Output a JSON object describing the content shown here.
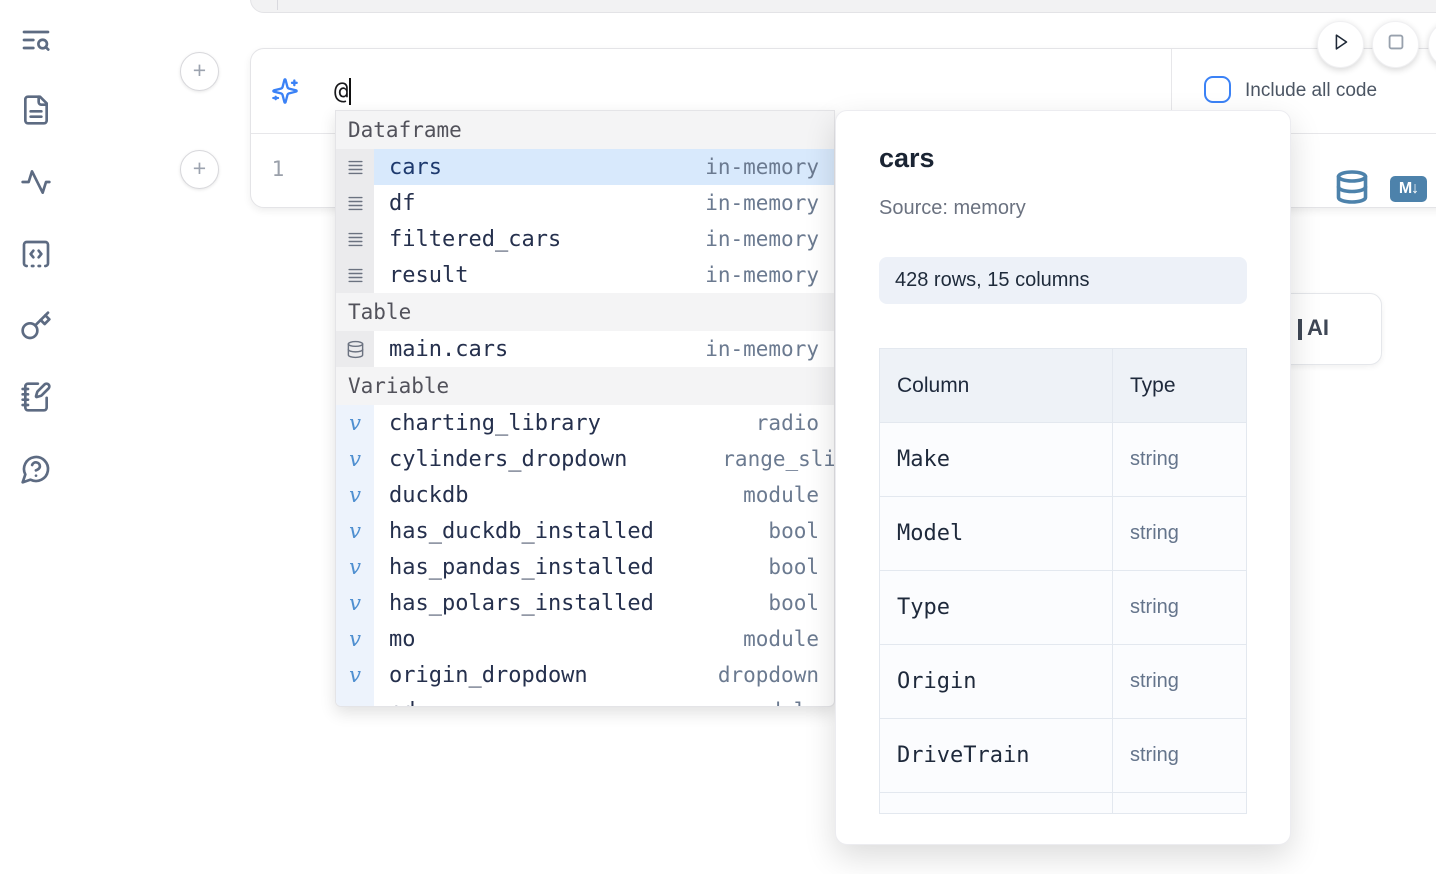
{
  "sidebar": {
    "icons": [
      "list-search",
      "file-text",
      "activity",
      "code-square",
      "key",
      "notebook-pen",
      "help-bubble"
    ]
  },
  "prompt": {
    "value": "@",
    "include_all_code_label": "Include all code"
  },
  "editor": {
    "line_number": "1",
    "markdown_badge": "M↓"
  },
  "add_cell_button_glyph": "+",
  "completion": {
    "sections": [
      {
        "label": "Dataframe",
        "items": [
          {
            "name": "cars",
            "meta": "in-memory",
            "selected": true
          },
          {
            "name": "df",
            "meta": "in-memory"
          },
          {
            "name": "filtered_cars",
            "meta": "in-memory"
          },
          {
            "name": "result",
            "meta": "in-memory"
          }
        ]
      },
      {
        "label": "Table",
        "items": [
          {
            "name": "main.cars",
            "meta": "in-memory"
          }
        ]
      },
      {
        "label": "Variable",
        "items": [
          {
            "name": "charting_library",
            "meta": "radio"
          },
          {
            "name": "cylinders_dropdown",
            "meta": "range_slider"
          },
          {
            "name": "duckdb",
            "meta": "module"
          },
          {
            "name": "has_duckdb_installed",
            "meta": "bool"
          },
          {
            "name": "has_pandas_installed",
            "meta": "bool"
          },
          {
            "name": "has_polars_installed",
            "meta": "bool"
          },
          {
            "name": "mo",
            "meta": "module"
          },
          {
            "name": "origin_dropdown",
            "meta": "dropdown"
          },
          {
            "name": "pd",
            "meta": "module"
          }
        ]
      }
    ],
    "variable_glyph": "v"
  },
  "preview": {
    "title": "cars",
    "source_label": "Source: memory",
    "shape": "428 rows, 15 columns",
    "schema_table": {
      "headers": [
        "Column",
        "Type"
      ],
      "rows": [
        {
          "column": "Make",
          "type": "string"
        },
        {
          "column": "Model",
          "type": "string"
        },
        {
          "column": "Type",
          "type": "string"
        },
        {
          "column": "Origin",
          "type": "string"
        },
        {
          "column": "DriveTrain",
          "type": "string"
        }
      ]
    }
  },
  "ai_badge": {
    "label": "AI"
  },
  "colors": {
    "accent_blue": "#3b82f6",
    "steel_blue": "#4d82ab",
    "selection_blue": "#d8e9fc",
    "name_navy": "#25304d",
    "meta_gray": "#6b7a90"
  }
}
